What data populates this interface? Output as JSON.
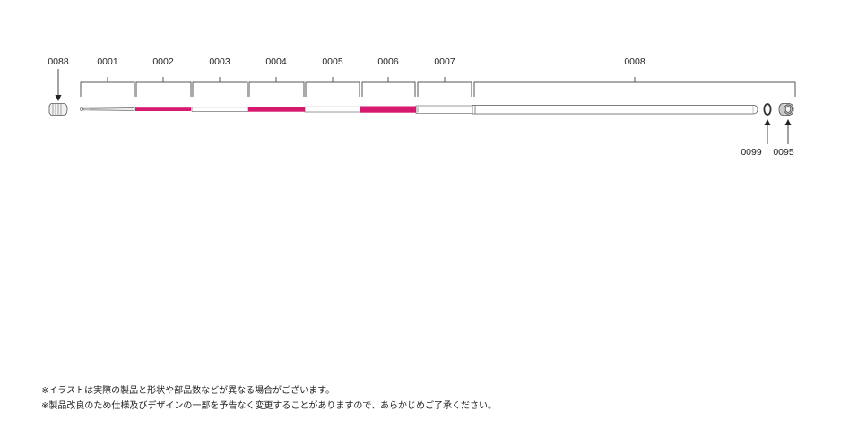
{
  "parts": {
    "p0088": "0088",
    "p0001": "0001",
    "p0002": "0002",
    "p0003": "0003",
    "p0004": "0004",
    "p0005": "0005",
    "p0006": "0006",
    "p0007": "0007",
    "p0008": "0008",
    "p0099": "0099",
    "p0095": "0095"
  },
  "colors": {
    "accent_magenta": "#d6186e",
    "line": "#444444"
  },
  "notes": [
    "※イラストは実際の製品と形状や部品数などが異なる場合がございます。",
    "※製品改良のため仕様及びデザインの一部を予告なく変更することがありますので、あらかじめご了承ください。"
  ]
}
